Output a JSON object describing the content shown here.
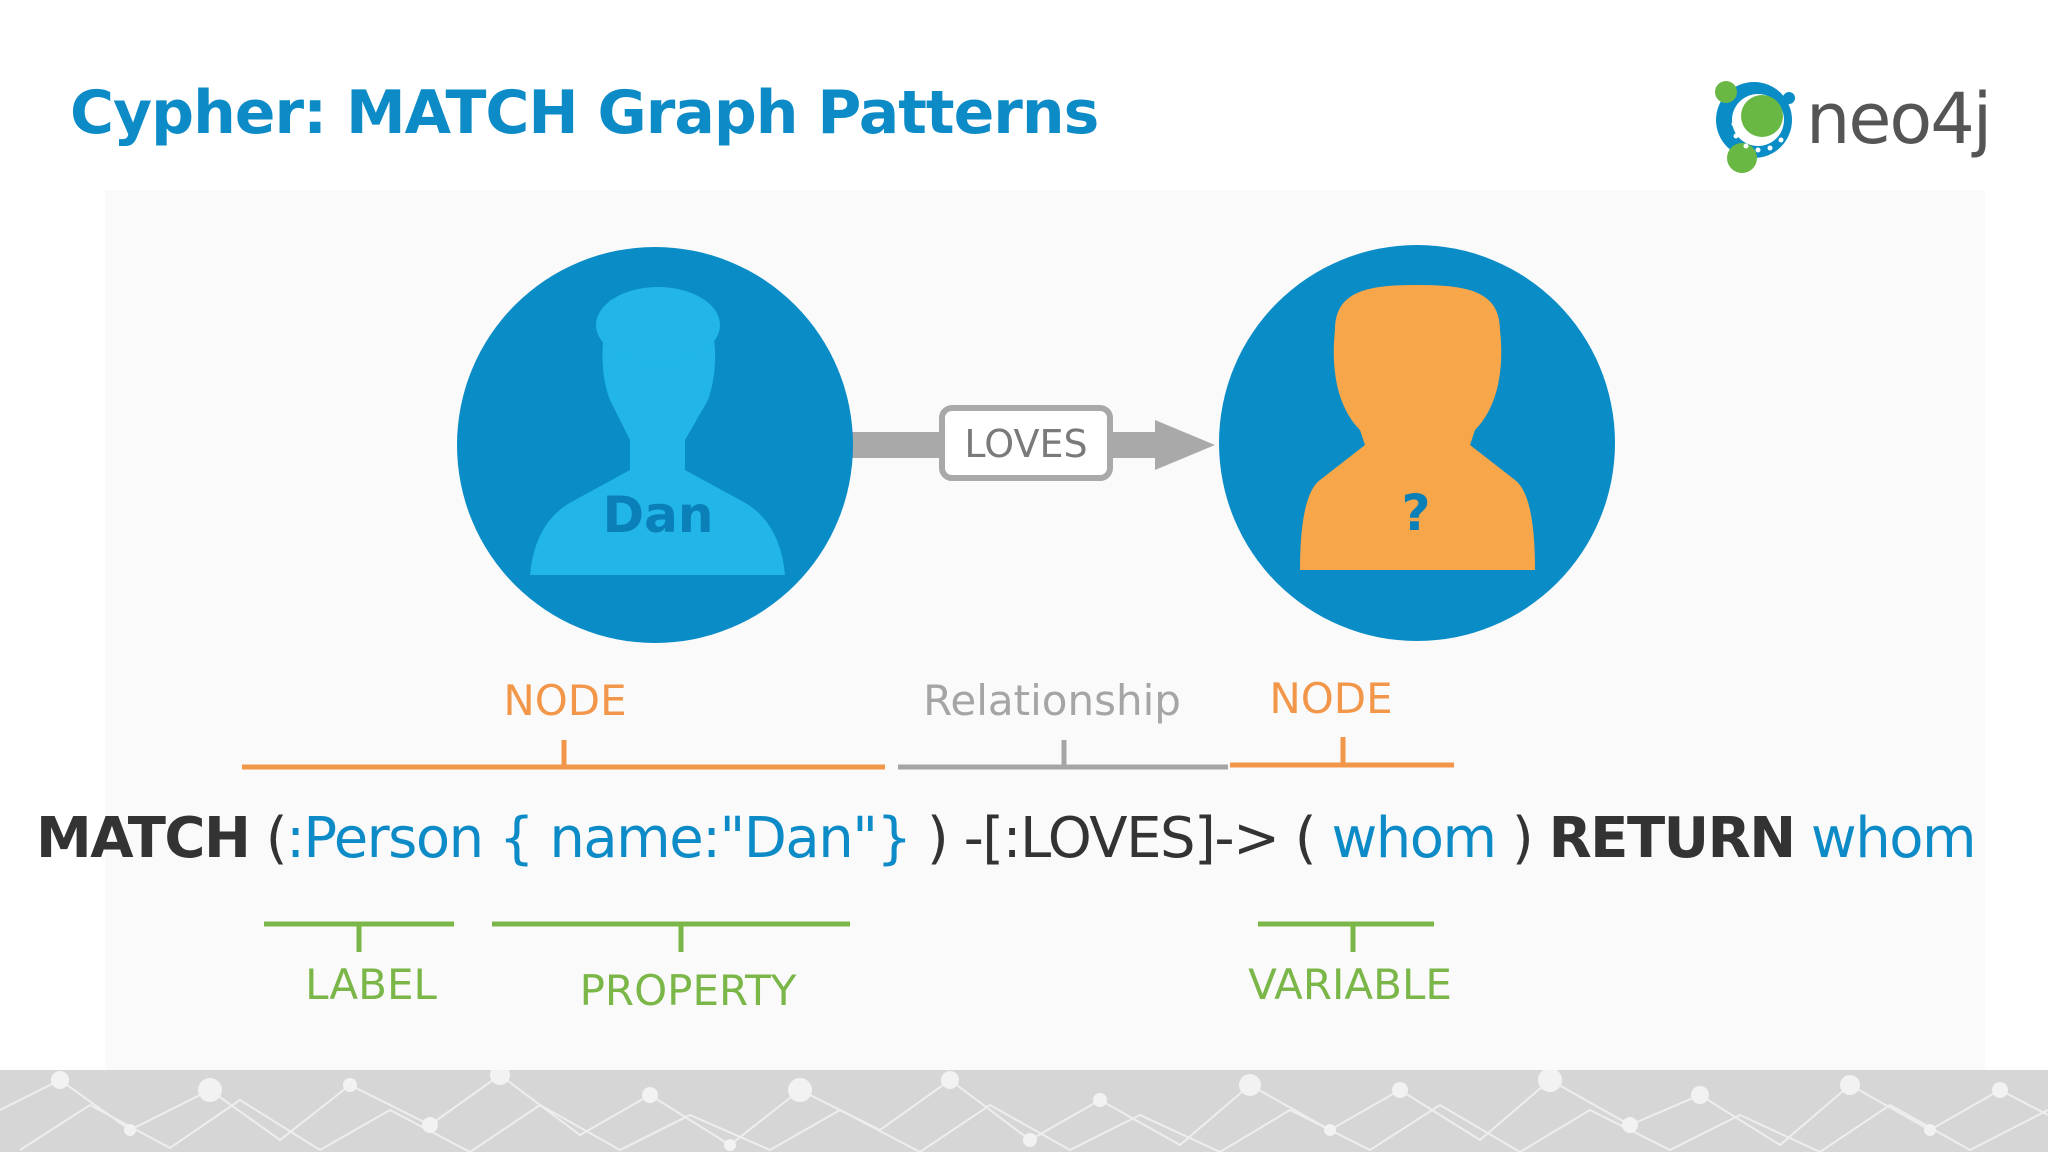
{
  "slide": {
    "title": "Cypher: MATCH Graph Patterns",
    "logo_text": "neo4j"
  },
  "diagram": {
    "source_node": {
      "name": "Dan",
      "circle_color": "#0a8cc7",
      "person_color": "#21b5e8"
    },
    "target_node": {
      "name": "?",
      "circle_color": "#0a8cc7",
      "person_color": "#f7a64a"
    },
    "relationship": {
      "type": "LOVES",
      "arrow_color": "#a9a9a9"
    }
  },
  "annotations": {
    "node_left": "NODE",
    "relationship": "Relationship",
    "node_right": "NODE",
    "label": "LABEL",
    "property": "PROPERTY",
    "variable": "VARIABLE"
  },
  "query": {
    "match_kw": "MATCH",
    "open_paren": "(",
    "label": ":Person",
    "property": "{ name:\"Dan\"}",
    "close_paren_rel": ") -[:LOVES]-> (",
    "variable": "whom",
    "close_paren": ")",
    "return_kw": "RETURN",
    "return_var": "whom"
  },
  "colors": {
    "title": "#0d8bc7",
    "orange": "#f2974a",
    "gray": "#a5a5a5",
    "green": "#7ab648",
    "blue": "#0d8bc7"
  }
}
